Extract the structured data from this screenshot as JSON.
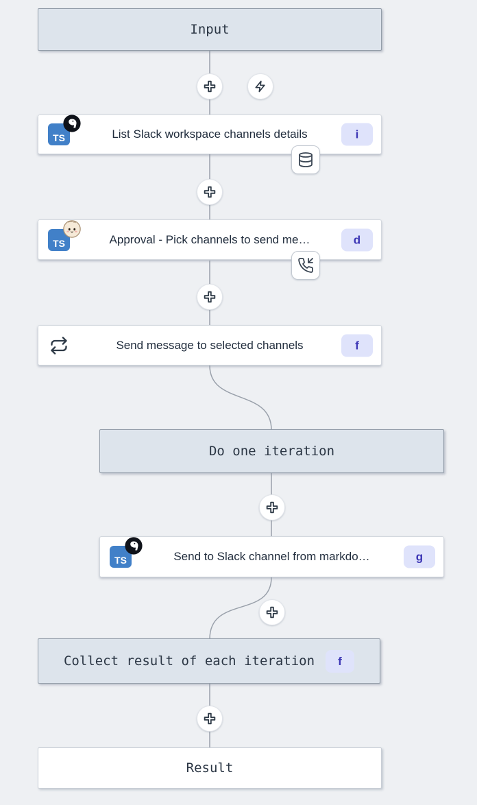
{
  "colors": {
    "canvas_bg": "#eef0f3",
    "header_box_bg": "#dde4ec",
    "header_box_border": "#929ca8",
    "node_bg": "#ffffff",
    "edge": "#9aa1ab",
    "badge_bg": "#dfe3fb",
    "badge_text": "#3c36b5",
    "typescript_blue": "#4180c8",
    "icon_stroke": "#2e3a47"
  },
  "boxes": {
    "input": {
      "label": "Input"
    },
    "iteration": {
      "label": "Do one iteration"
    },
    "collect": {
      "label": "Collect result of each iteration",
      "badge": "f"
    },
    "result": {
      "label": "Result"
    }
  },
  "steps": {
    "list_channels": {
      "label": "List Slack workspace channels details",
      "badge": "i",
      "ts_label": "TS",
      "runtime_icon": "deno-icon",
      "attachment_icon": "database-icon"
    },
    "approval": {
      "label": "Approval - Pick channels to send me…",
      "badge": "d",
      "ts_label": "TS",
      "runtime_icon": "bun-icon",
      "attachment_icon": "phone-incoming-icon"
    },
    "send_loop": {
      "label": "Send message to selected channels",
      "badge": "f",
      "icon": "repeat-icon"
    },
    "send_markdown": {
      "label": "Send to Slack channel from markdo…",
      "badge": "g",
      "ts_label": "TS",
      "runtime_icon": "deno-icon"
    }
  },
  "icons": {
    "add_step": "plus-icon",
    "trigger": "zap-icon",
    "cache": "database-icon",
    "suspend": "phone-incoming-icon",
    "forloop": "repeat-icon"
  }
}
